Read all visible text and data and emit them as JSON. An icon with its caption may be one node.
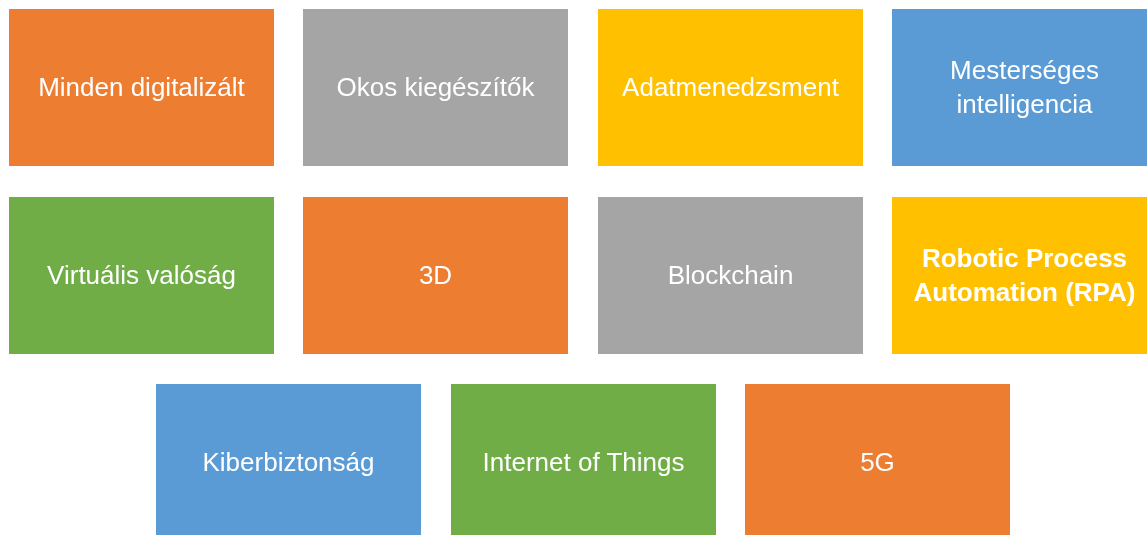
{
  "diagram": {
    "nodes": [
      {
        "text": [
          "Minden digitalizált"
        ]
      },
      {
        "text": [
          "Okos kiegészítők"
        ]
      },
      {
        "text": [
          "Adatmenedzsment"
        ]
      },
      {
        "text": [
          "Mesterséges intelligencia"
        ]
      },
      {
        "text": [
          "Virtuális valóság"
        ]
      },
      {
        "text": [
          "3D"
        ]
      },
      {
        "text": [
          "Blockchain"
        ]
      },
      {
        "text": [
          "Robotic Process Automation (RPA)"
        ]
      },
      {
        "text": [
          "Kiberbiztonság"
        ]
      },
      {
        "text": [
          "Internet of Things"
        ]
      },
      {
        "text": [
          "5G"
        ]
      }
    ]
  }
}
